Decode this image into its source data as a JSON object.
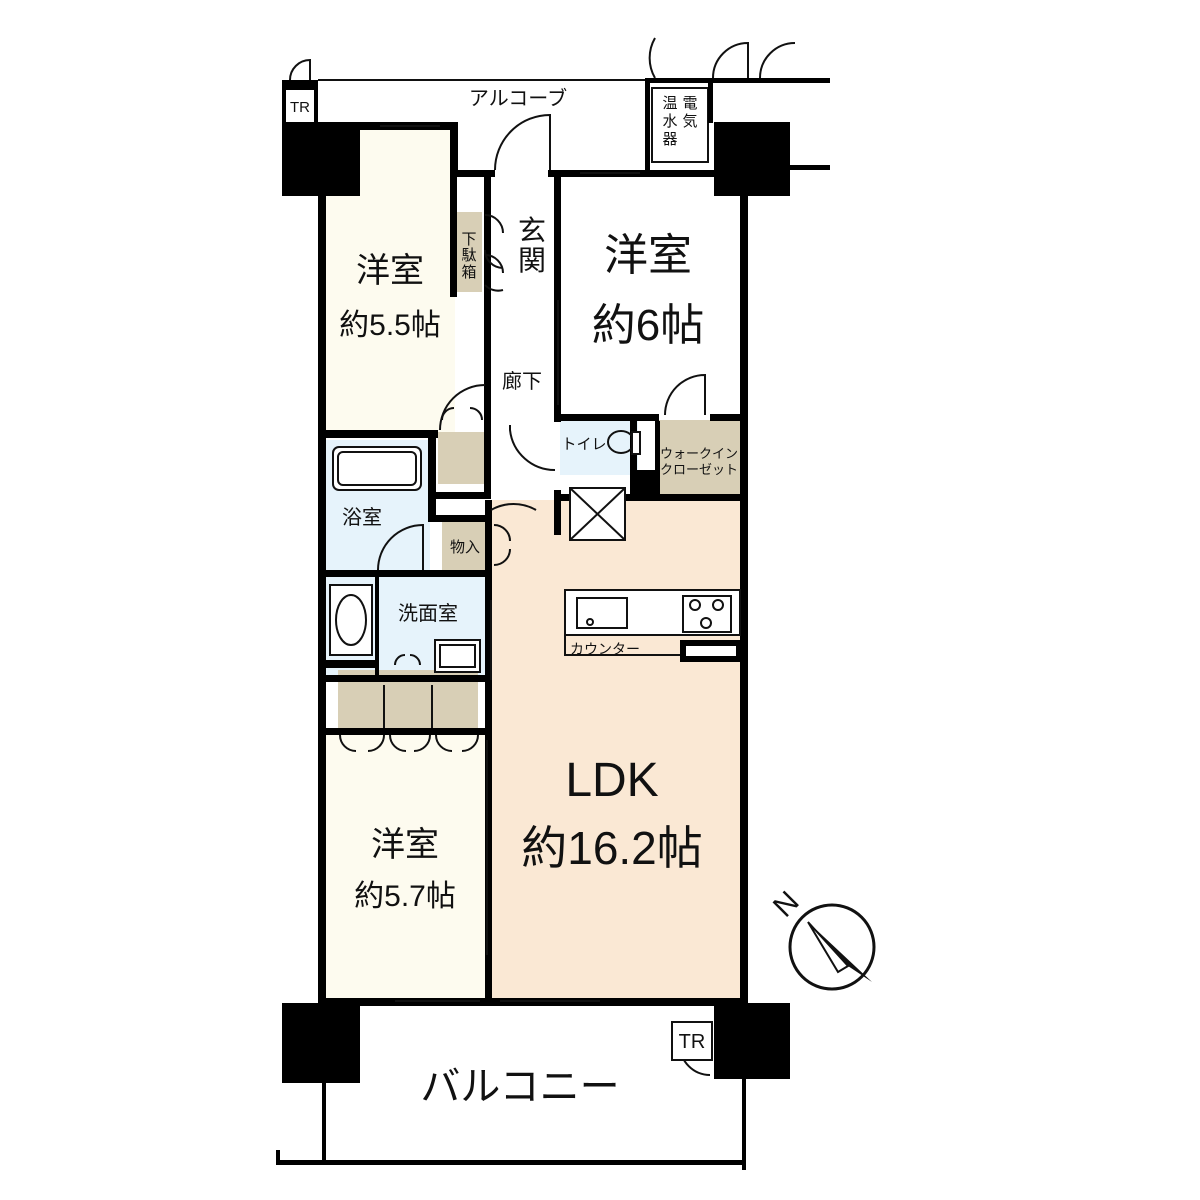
{
  "plan": {
    "alcove": "アルコーブ",
    "balcony": "バルコニー",
    "tr_top": "TR",
    "tr_bottom": "TR",
    "water_heater": [
      "電気",
      "温水器"
    ],
    "entrance": "玄関",
    "shoe_box": [
      "下",
      "駄箱"
    ],
    "hallway": "廊下",
    "toilet": "トイレ",
    "walk_in_closet": [
      "ウォークイン",
      "クローゼット"
    ],
    "bath": "浴室",
    "storage": "物入",
    "washroom": "洗面室",
    "counter": "カウンター",
    "room_nw": {
      "name": "洋室",
      "size": "約5.5帖"
    },
    "room_ne": {
      "name": "洋室",
      "size": "約6帖"
    },
    "room_sw": {
      "name": "洋室",
      "size": "約5.7帖"
    },
    "ldk": {
      "name": "LDK",
      "size": "約16.2帖"
    },
    "compass": "N",
    "colors": {
      "room_cream": "#fdfbef",
      "ldk": "#fae8d4",
      "wet_blue": "#e6f3fb",
      "storage_tan": "#d8cfb6",
      "wall": "#000000"
    }
  }
}
